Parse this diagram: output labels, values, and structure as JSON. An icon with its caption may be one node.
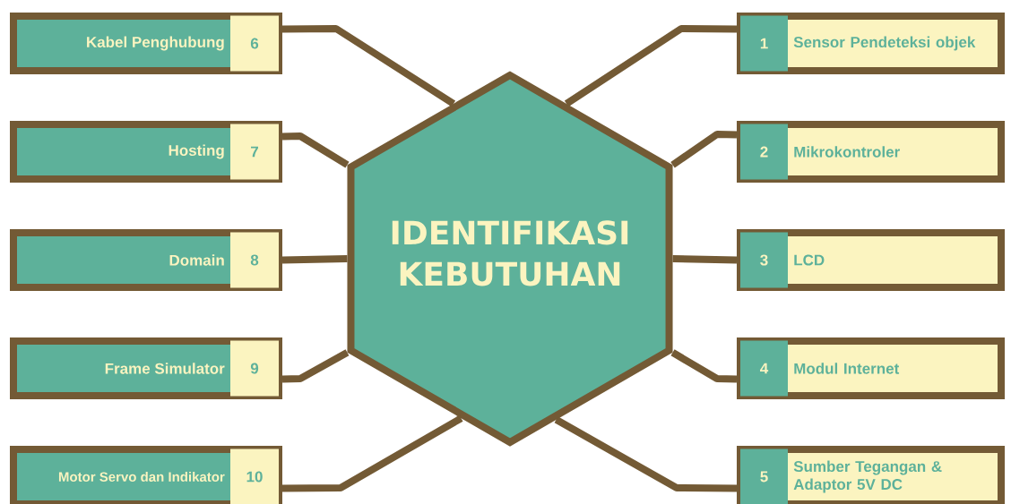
{
  "diagram": {
    "nodes": [
      {
        "text": [
          "IDENTIFIKASI KEBUTUHAN"
        ]
      },
      {
        "text": [
          "1",
          "Sensor Pendeteksi objek"
        ]
      },
      {
        "text": [
          "2",
          "Mikrokontroler"
        ]
      },
      {
        "text": [
          "3",
          "LCD"
        ]
      },
      {
        "text": [
          "4",
          "Modul Internet"
        ]
      },
      {
        "text": [
          "5",
          "Sumber Tegangan & Adaptor 5V DC"
        ]
      },
      {
        "text": [
          "Kabel Penghubung",
          "6"
        ]
      },
      {
        "text": [
          "Hosting",
          "7"
        ]
      },
      {
        "text": [
          "Domain",
          "8"
        ]
      },
      {
        "text": [
          "Frame Simulator",
          "9"
        ]
      },
      {
        "text": [
          "Motor Servo dan Indikator",
          "10"
        ]
      }
    ],
    "edges": [
      {
        "from": 0,
        "to": 1,
        "arrow": "none"
      },
      {
        "from": 0,
        "to": 2,
        "arrow": "none"
      },
      {
        "from": 0,
        "to": 3,
        "arrow": "none"
      },
      {
        "from": 0,
        "to": 4,
        "arrow": "none"
      },
      {
        "from": 0,
        "to": 5,
        "arrow": "none"
      },
      {
        "from": 0,
        "to": 6,
        "arrow": "none"
      },
      {
        "from": 0,
        "to": 7,
        "arrow": "none"
      },
      {
        "from": 0,
        "to": 8,
        "arrow": "none"
      },
      {
        "from": 0,
        "to": 9,
        "arrow": "none"
      },
      {
        "from": 0,
        "to": 10,
        "arrow": "none"
      }
    ]
  }
}
